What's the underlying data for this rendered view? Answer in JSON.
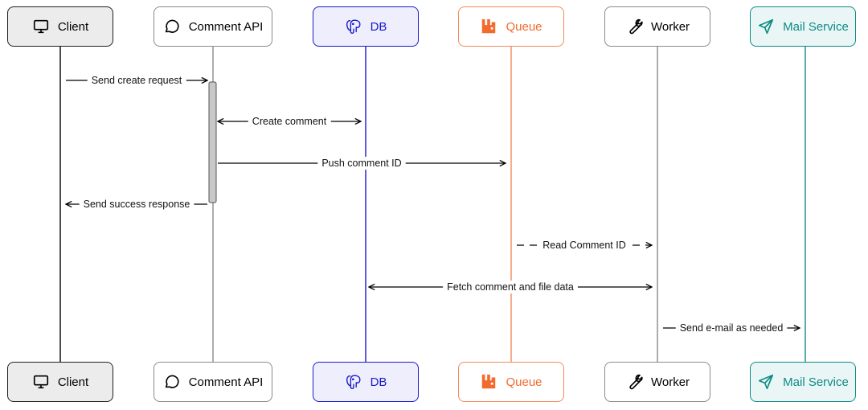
{
  "participants": [
    {
      "id": "client",
      "label": "Client",
      "icon": "monitor-icon",
      "color": "#000000",
      "border": "#1f1f1f",
      "fill": "#ececec"
    },
    {
      "id": "comment-api",
      "label": "Comment API",
      "icon": "chat-bubble-icon",
      "color": "#000000",
      "border": "#8a8a8a",
      "fill": "#ffffff"
    },
    {
      "id": "db",
      "label": "DB",
      "icon": "postgres-elephant-icon",
      "color": "#1a1acc",
      "border": "#1a1acc",
      "fill": "#eeeefc"
    },
    {
      "id": "queue",
      "label": "Queue",
      "icon": "rabbitmq-icon",
      "color": "#f26b2d",
      "border": "#f28a5a",
      "fill": "#ffffff"
    },
    {
      "id": "worker",
      "label": "Worker",
      "icon": "wrench-icon",
      "color": "#000000",
      "border": "#8a8a8a",
      "fill": "#ffffff"
    },
    {
      "id": "mail-service",
      "label": "Mail Service",
      "icon": "send-arrow-icon",
      "color": "#0e8a86",
      "border": "#0e8a86",
      "fill": "#e9f6f5"
    }
  ],
  "messages": [
    {
      "label": "Send create request",
      "from": "client",
      "to": "comment-api",
      "style": "solid",
      "direction": "forward"
    },
    {
      "label": "Create comment",
      "from": "comment-api",
      "to": "db",
      "style": "solid",
      "direction": "both"
    },
    {
      "label": "Push comment ID",
      "from": "comment-api",
      "to": "queue",
      "style": "solid",
      "direction": "forward"
    },
    {
      "label": "Send success response",
      "from": "comment-api",
      "to": "client",
      "style": "solid",
      "direction": "forward"
    },
    {
      "label": "Read Comment ID",
      "from": "queue",
      "to": "worker",
      "style": "dashed",
      "direction": "forward"
    },
    {
      "label": "Fetch comment and file data",
      "from": "db",
      "to": "worker",
      "style": "solid",
      "direction": "both"
    },
    {
      "label": "Send e-mail as needed",
      "from": "worker",
      "to": "mail-service",
      "style": "solid",
      "direction": "forward"
    }
  ]
}
